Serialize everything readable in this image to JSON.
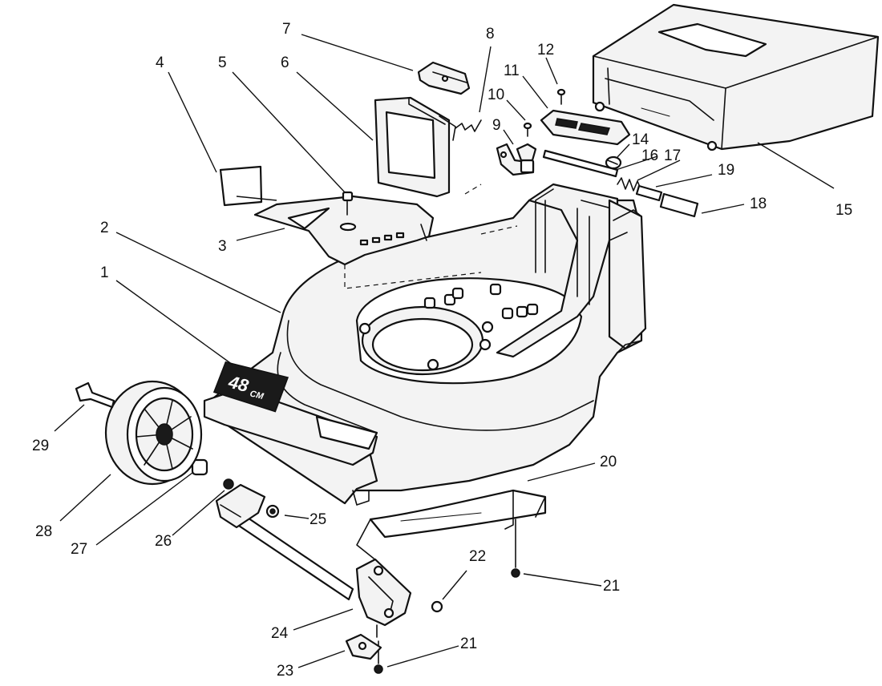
{
  "diagram": {
    "badge_text": "48",
    "badge_unit": "CM",
    "callouts": [
      {
        "id": "1",
        "text": "1"
      },
      {
        "id": "2",
        "text": "2"
      },
      {
        "id": "3",
        "text": "3"
      },
      {
        "id": "4",
        "text": "4"
      },
      {
        "id": "5",
        "text": "5"
      },
      {
        "id": "6",
        "text": "6"
      },
      {
        "id": "7",
        "text": "7"
      },
      {
        "id": "8",
        "text": "8"
      },
      {
        "id": "9",
        "text": "9"
      },
      {
        "id": "10",
        "text": "10"
      },
      {
        "id": "11",
        "text": "11"
      },
      {
        "id": "12",
        "text": "12"
      },
      {
        "id": "14",
        "text": "14"
      },
      {
        "id": "15",
        "text": "15"
      },
      {
        "id": "16",
        "text": "16"
      },
      {
        "id": "17",
        "text": "17"
      },
      {
        "id": "18",
        "text": "18"
      },
      {
        "id": "19",
        "text": "19"
      },
      {
        "id": "20",
        "text": "20"
      },
      {
        "id": "21a",
        "text": "21"
      },
      {
        "id": "21b",
        "text": "21"
      },
      {
        "id": "22",
        "text": "22"
      },
      {
        "id": "23",
        "text": "23"
      },
      {
        "id": "24",
        "text": "24"
      },
      {
        "id": "25",
        "text": "25"
      },
      {
        "id": "26",
        "text": "26"
      },
      {
        "id": "27",
        "text": "27"
      },
      {
        "id": "28",
        "text": "28"
      },
      {
        "id": "29",
        "text": "29"
      }
    ]
  }
}
